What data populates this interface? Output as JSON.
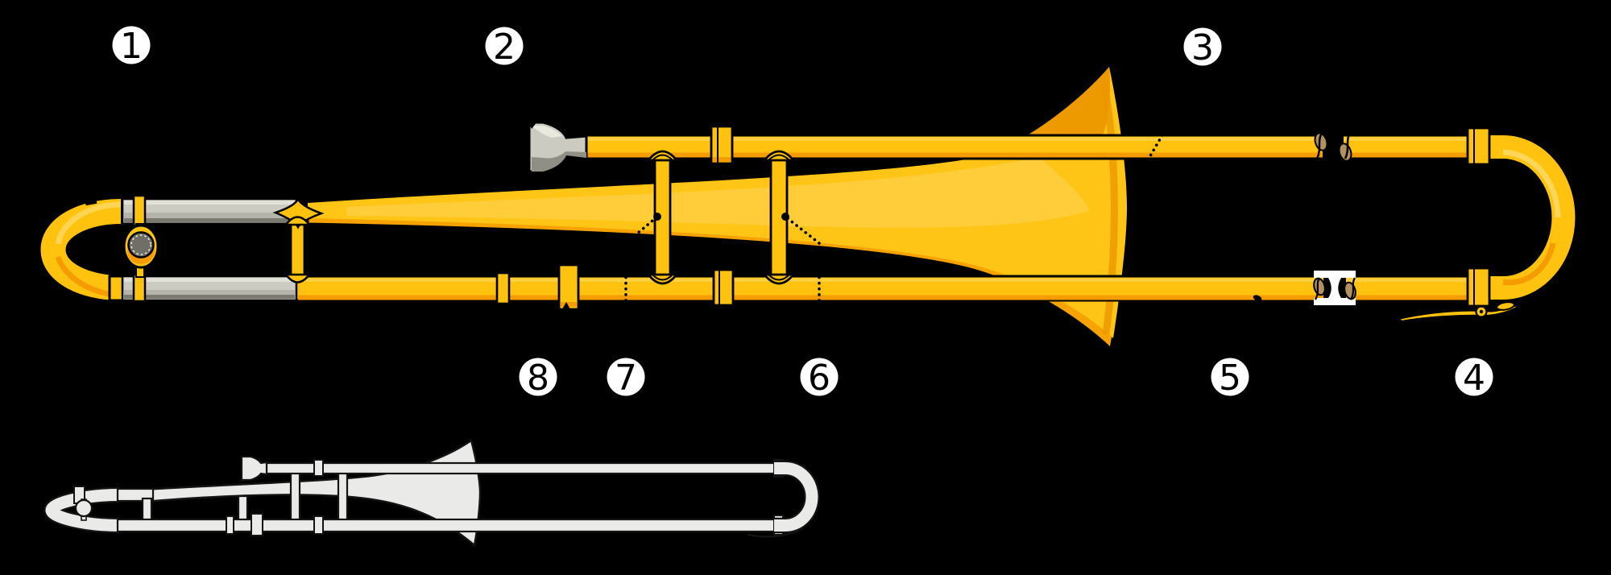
{
  "diagram": {
    "kind": "labeled instrument diagram",
    "subject": "trombone",
    "background": "#000000",
    "secondary_figure": "small outline trombone"
  },
  "palette": {
    "background": "#000000",
    "brass_yellow": "#FFC30F",
    "brass_bright": "#FFC516",
    "brass_light": "#FFCE3F",
    "brass_highlight": "#FFD65A",
    "brass_shadow": "#F59D00",
    "brass_deep": "#ED9A00",
    "bell_base": "#F6A302",
    "outline": "#000000",
    "slide_gray_light": "#D8D8CE",
    "slide_gray": "#CBCBC1",
    "slide_gray_mid": "#B4B4AA",
    "slide_gray_dark": "#7A7A70",
    "bore_tan": "#B3905F",
    "counterweight_gray": "#6F6F68",
    "small_trombone_fill": "#EAEAE8",
    "small_trombone_outline": "#141414",
    "label_bg": "#FFFFFF",
    "label_text": "#000000"
  },
  "labels": [
    {
      "number": "1"
    },
    {
      "number": "2"
    },
    {
      "number": "3"
    },
    {
      "number": "4"
    },
    {
      "number": "5"
    },
    {
      "number": "6"
    },
    {
      "number": "7"
    },
    {
      "number": "8"
    }
  ]
}
